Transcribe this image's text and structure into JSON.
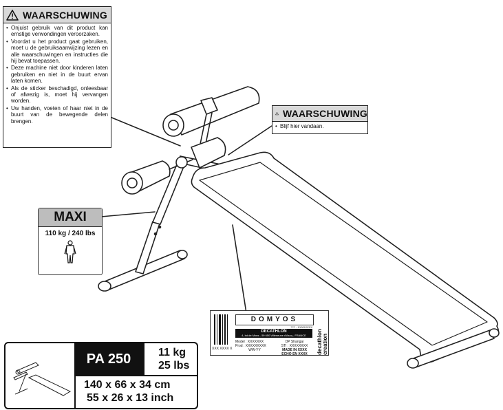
{
  "warning_main": {
    "title": "WAARSCHUWING",
    "items": [
      "Onjuist gebruik van dit product kan ernstige verwondingen veroorzaken.",
      "Voordat u het product gaat gebruiken, moet u de gebruiksaanwijzing lezen en alle waarschuwingen en instructies die hij bevat toepassen.",
      "Deze machine niet door kinderen laten gebruiken en niet in de buurt ervan laten komen.",
      "Als de sticker beschadigd, onleesbaar of afwezig is, moet hij vervangen worden.",
      "Uw handen, voeten of haar niet in de buurt van de bewegende delen brengen."
    ]
  },
  "warning_small": {
    "title": "WAARSCHUWING",
    "items": [
      "Blijf hier vandaan."
    ]
  },
  "maxi": {
    "title": "MAXI",
    "load": "110 kg / 240 lbs"
  },
  "sticker": {
    "brand": "DOMYOS",
    "serial_top": "??? - XXXXXXXX",
    "company": "DECATHLON",
    "address": "4, bd de Mons - 59 650 Villeneuve d'Ascq - FRANCE",
    "model": "Model : XXXXXXX",
    "prod": "Prod : XXXXXXXXX",
    "date": "WW-YY",
    "dp": "DP Shangai",
    "sti": "STI : XXXXXXXX",
    "made": "MADE IN XXXX",
    "echo": "ECHO EN XXXX",
    "barcode_text": "XXX XXXX X",
    "side1": "decathlon",
    "side2": "creation"
  },
  "spec": {
    "model": "PA 250",
    "weight_kg": "11 kg",
    "weight_lbs": "25 lbs",
    "dims_cm": "140 x 66 x 34 cm",
    "dims_inch": "55 x 26 x 13 inch"
  }
}
